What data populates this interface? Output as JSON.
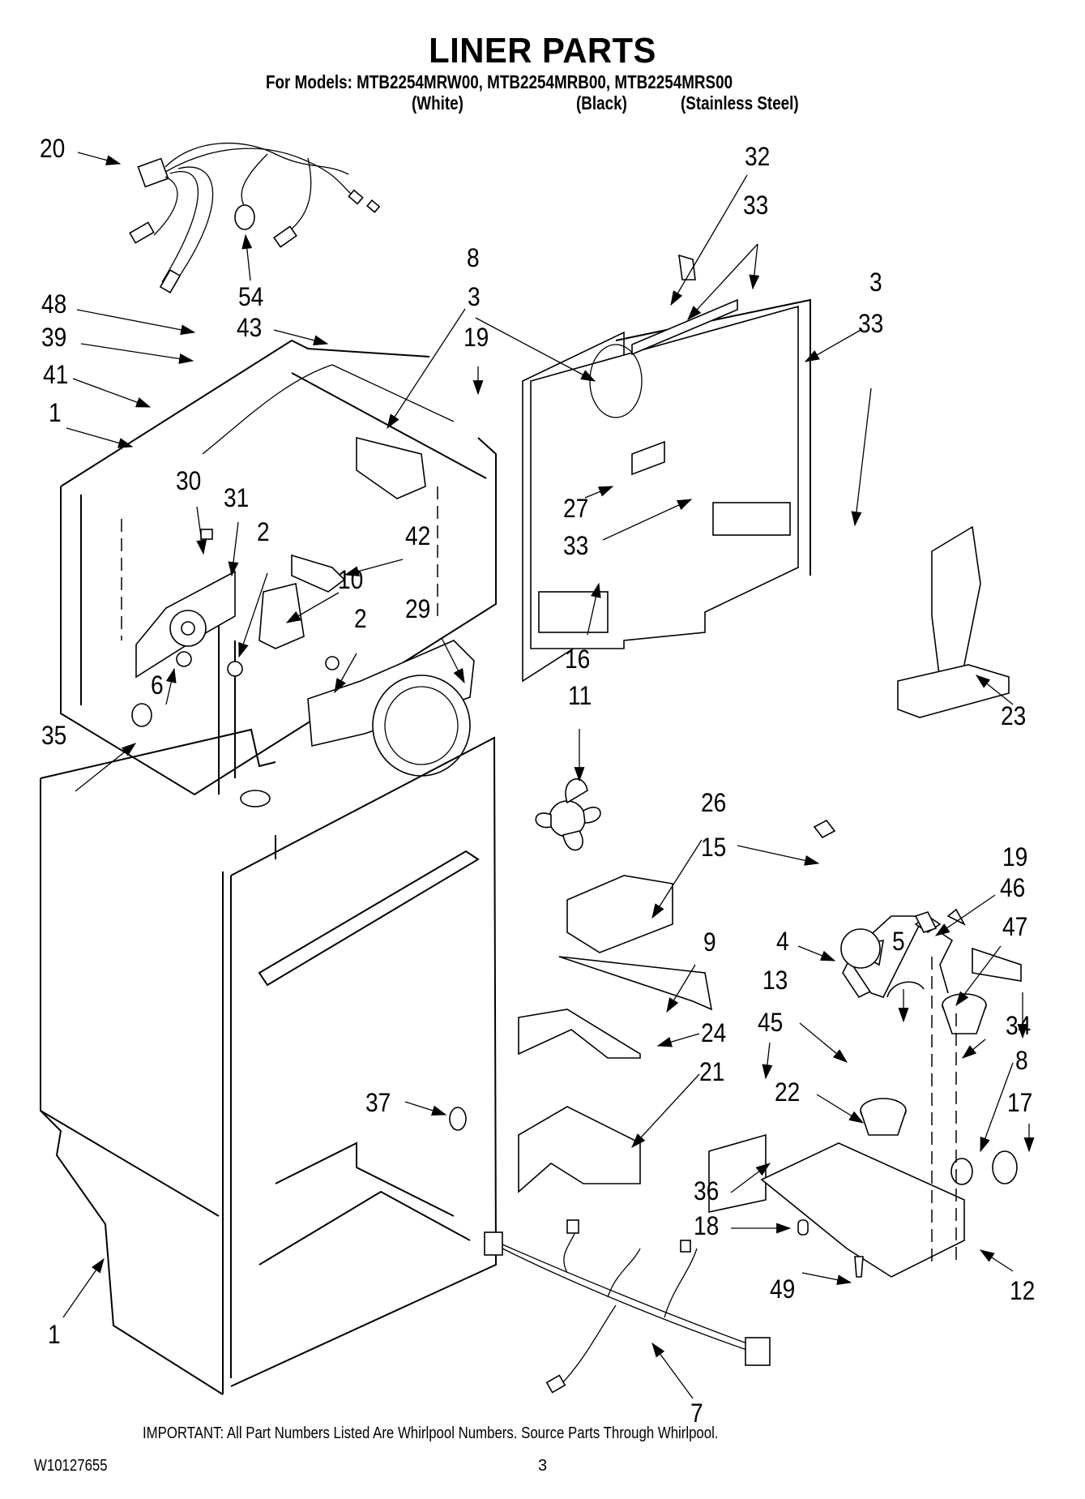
{
  "header": {
    "title": "LINER PARTS",
    "models_line": "For Models: MTB2254MRW00, MTB2254MRB00, MTB2254MRS00",
    "variants": [
      "(White)",
      "(Black)",
      "(Stainless Steel)"
    ]
  },
  "callouts": [
    {
      "id": "c20",
      "label": "20"
    },
    {
      "id": "c54",
      "label": "54"
    },
    {
      "id": "c48",
      "label": "48"
    },
    {
      "id": "c39",
      "label": "39"
    },
    {
      "id": "c41",
      "label": "41"
    },
    {
      "id": "c1a",
      "label": "1"
    },
    {
      "id": "c43",
      "label": "43"
    },
    {
      "id": "c8a",
      "label": "8"
    },
    {
      "id": "c3a",
      "label": "3"
    },
    {
      "id": "c19a",
      "label": "19"
    },
    {
      "id": "c32",
      "label": "32"
    },
    {
      "id": "c33a",
      "label": "33"
    },
    {
      "id": "c3b",
      "label": "3"
    },
    {
      "id": "c33b",
      "label": "33"
    },
    {
      "id": "c30",
      "label": "30"
    },
    {
      "id": "c31",
      "label": "31"
    },
    {
      "id": "c2a",
      "label": "2"
    },
    {
      "id": "c42",
      "label": "42"
    },
    {
      "id": "c10",
      "label": "10"
    },
    {
      "id": "c29",
      "label": "29"
    },
    {
      "id": "c2b",
      "label": "2"
    },
    {
      "id": "c6",
      "label": "6"
    },
    {
      "id": "c35",
      "label": "35"
    },
    {
      "id": "c27",
      "label": "27"
    },
    {
      "id": "c33c",
      "label": "33"
    },
    {
      "id": "c16",
      "label": "16"
    },
    {
      "id": "c23",
      "label": "23"
    },
    {
      "id": "c11",
      "label": "11"
    },
    {
      "id": "c26",
      "label": "26"
    },
    {
      "id": "c15",
      "label": "15"
    },
    {
      "id": "c19b",
      "label": "19"
    },
    {
      "id": "c46",
      "label": "46"
    },
    {
      "id": "c47",
      "label": "47"
    },
    {
      "id": "c9",
      "label": "9"
    },
    {
      "id": "c4",
      "label": "4"
    },
    {
      "id": "c5",
      "label": "5"
    },
    {
      "id": "c13",
      "label": "13"
    },
    {
      "id": "c45",
      "label": "45"
    },
    {
      "id": "c34",
      "label": "34"
    },
    {
      "id": "c24",
      "label": "24"
    },
    {
      "id": "c8b",
      "label": "8"
    },
    {
      "id": "c21",
      "label": "21"
    },
    {
      "id": "c22",
      "label": "22"
    },
    {
      "id": "c17",
      "label": "17"
    },
    {
      "id": "c37",
      "label": "37"
    },
    {
      "id": "c36",
      "label": "36"
    },
    {
      "id": "c18",
      "label": "18"
    },
    {
      "id": "c12",
      "label": "12"
    },
    {
      "id": "c49",
      "label": "49"
    },
    {
      "id": "c1b",
      "label": "1"
    },
    {
      "id": "c7",
      "label": "7"
    }
  ],
  "footer": {
    "notice": "IMPORTANT: All Part Numbers Listed Are Whirlpool Numbers. Source Parts Through Whirlpool.",
    "document_number": "W10127655",
    "page_number": "3"
  }
}
